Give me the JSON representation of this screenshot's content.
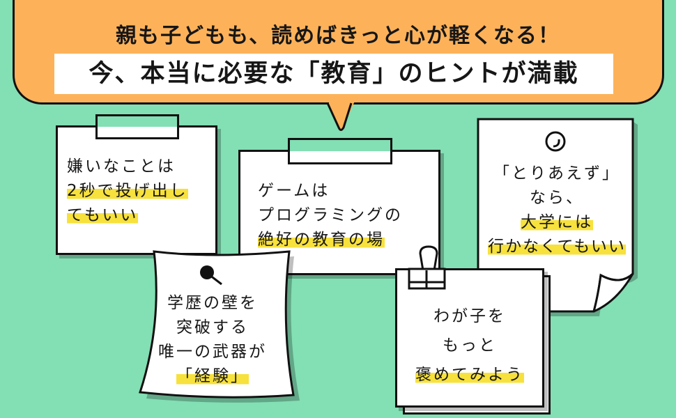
{
  "header": {
    "subtitle": "親も子どもも、読めばきっと心が軽くなる！",
    "title": "今、本当に必要な「教育」のヒントが満載"
  },
  "notes": [
    {
      "id": "dislike",
      "lines": [
        {
          "text": "嫌いなことは",
          "highlight": false
        },
        {
          "text": "2秒で投げ出し",
          "highlight": true
        },
        {
          "text": "てもいい",
          "highlight": true
        }
      ]
    },
    {
      "id": "game",
      "lines": [
        {
          "text": "ゲームは",
          "highlight": false
        },
        {
          "text": "プログラミングの",
          "highlight": false
        },
        {
          "text": "絶好の教育の場",
          "highlight": true
        }
      ]
    },
    {
      "id": "university",
      "lines": [
        {
          "text": "「とりあえず」",
          "highlight": false
        },
        {
          "text": "なら、",
          "highlight": false
        },
        {
          "text": "大学には",
          "highlight": true
        },
        {
          "text": "行かなくてもいい",
          "highlight": true
        }
      ]
    },
    {
      "id": "experience",
      "lines": [
        {
          "text": "学歴の壁を",
          "highlight": false
        },
        {
          "text": "突破する",
          "highlight": false
        },
        {
          "text": "唯一の武器が",
          "highlight": false
        },
        {
          "text": "「経験」",
          "highlight": true
        }
      ]
    },
    {
      "id": "praise",
      "lines": [
        {
          "text": "わが子を",
          "highlight": false
        },
        {
          "text": "もっと",
          "highlight": false
        },
        {
          "text": "褒めてみよう",
          "highlight": true
        }
      ]
    }
  ],
  "colors": {
    "background": "#83dfb4",
    "bubble": "#fdb25a",
    "highlight": "#f7e13c",
    "ink": "#111111"
  },
  "icons": {
    "tape": "tape-icon",
    "pin": "pushpin-icon",
    "hole": "hole-icon",
    "clip": "binder-clip-icon"
  }
}
